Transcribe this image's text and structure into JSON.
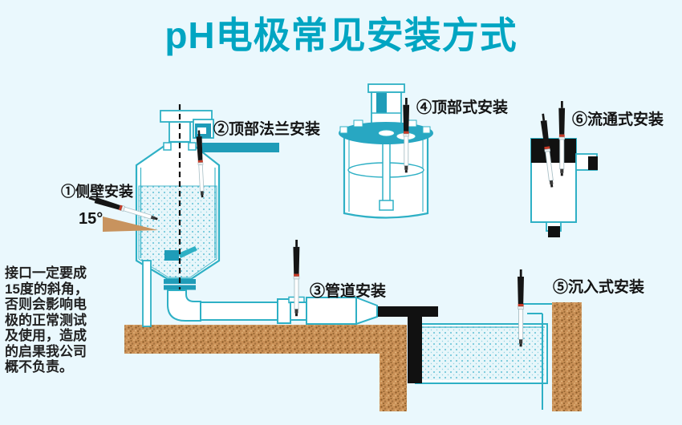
{
  "title": "pH电极常见安装方式",
  "note": "接口一定要成\n15度的斜角，\n否则会影响电\n极的正常测试\n及使用，造成\n的启果我公司\n概不负责。",
  "labels": {
    "method1": "①侧壁安装",
    "method2": "②顶部法兰安装",
    "method3": "③管道安装",
    "method4": "④顶部式安装",
    "method5": "⑤沉入式安装",
    "method6": "⑥流通式安装",
    "angle": "15°"
  },
  "colors": {
    "accent_teal": "#00a5c2",
    "outline_teal": "#2eb0c5",
    "solid_teal": "#1f9cb8",
    "water_fill": "#e7f6fa",
    "soil_brown": "#ca9157",
    "electrode_black": "#151515",
    "electrode_red_ring": "#c63a27",
    "ink": "#141414",
    "background": "#eaf8fd"
  }
}
